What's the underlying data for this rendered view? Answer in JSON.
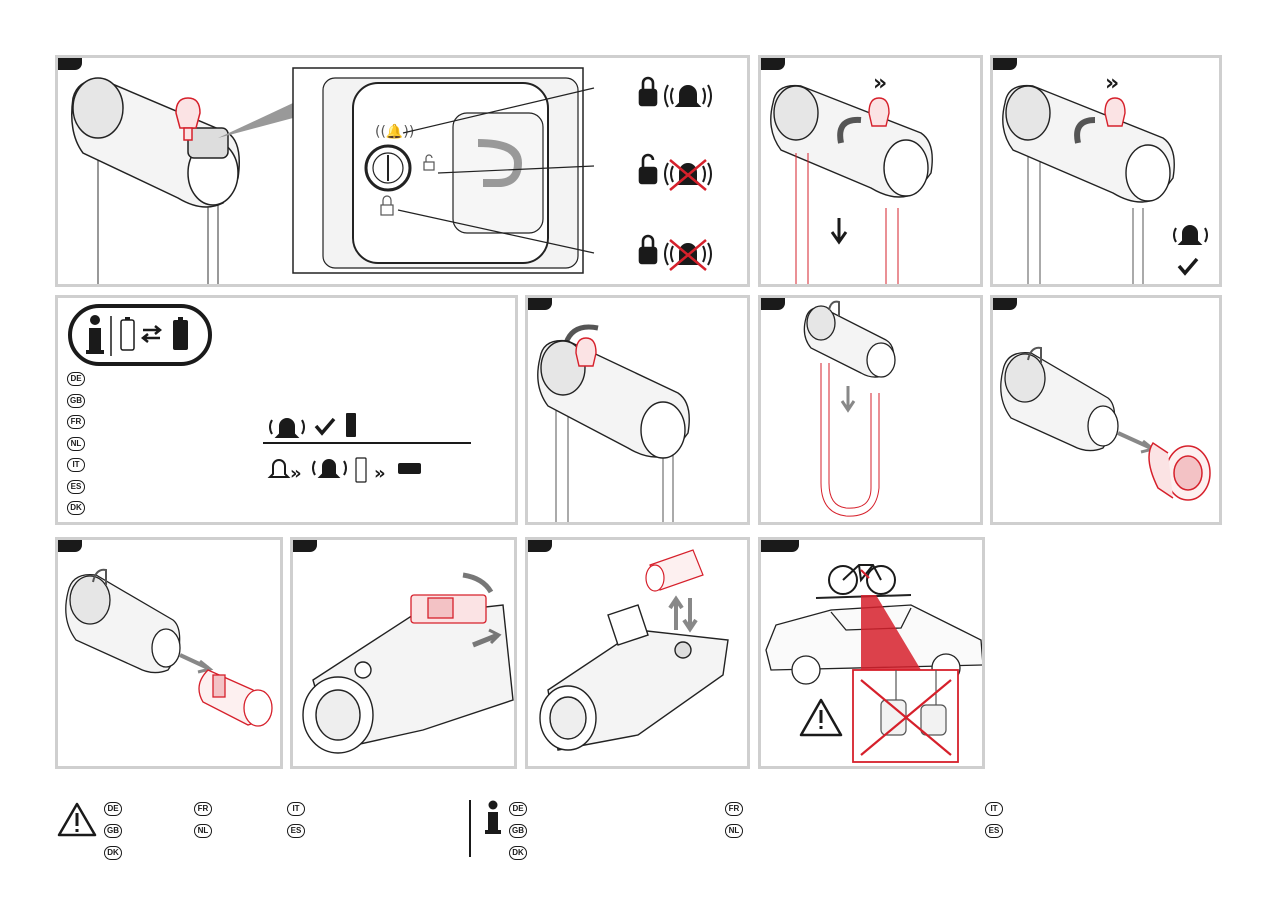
{
  "languages": {
    "de": "DE",
    "gb": "GB",
    "fr": "FR",
    "nl": "NL",
    "it": "IT",
    "es": "ES",
    "dk": "DK"
  },
  "panel_colors": {
    "accent": "#d6202b",
    "border": "#cfcfcf",
    "ink": "#1a1a1a"
  },
  "icons": [
    "lock-closed-icon",
    "lock-open-icon",
    "alarm-bell-icon",
    "alarm-off-icon",
    "double-chevron-icon",
    "checkmark-icon",
    "battery-full-icon",
    "battery-empty-icon",
    "battery-swap-icon",
    "info-icon",
    "warning-icon",
    "rotate-arrow-icon",
    "down-arrow-icon"
  ]
}
